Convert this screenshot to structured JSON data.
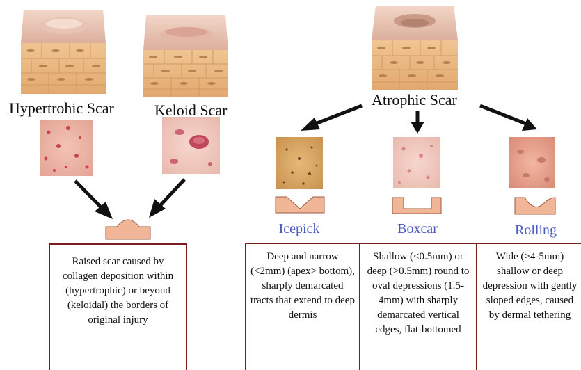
{
  "scar_types": {
    "hypertrophic": {
      "label": "Hypertrohic Scar"
    },
    "keloid": {
      "label": "Keloid Scar"
    },
    "atrophic": {
      "label": "Atrophic Scar"
    }
  },
  "atrophic_subtypes": [
    {
      "label": "Icepick"
    },
    {
      "label": "Boxcar"
    },
    {
      "label": "Rolling"
    }
  ],
  "descriptions": {
    "raised": "Raised scar caused by collagen deposition within (hypertrophic) or beyond (keloidal) the borders of original injury",
    "icepick": "Deep and narrow (<2mm) (apex> bottom), sharply demarcated tracts that extend to deep dermis",
    "boxcar": "Shallow (<0.5mm) or deep (>0.5mm) round to oval depressions (1.5-4mm) with sharply demarcated vertical edges, flat-bottomed",
    "rolling": "Wide (>4-5mm) shallow or deep depression with gently sloped edges, caused by dermal tethering"
  },
  "colors": {
    "box_border": "#7a1b20",
    "subtype_label": "#4a5bc4",
    "skin_top": "#e8c2b0",
    "skin_layer": "#e9b784",
    "profile_fill": "#f1b597"
  }
}
